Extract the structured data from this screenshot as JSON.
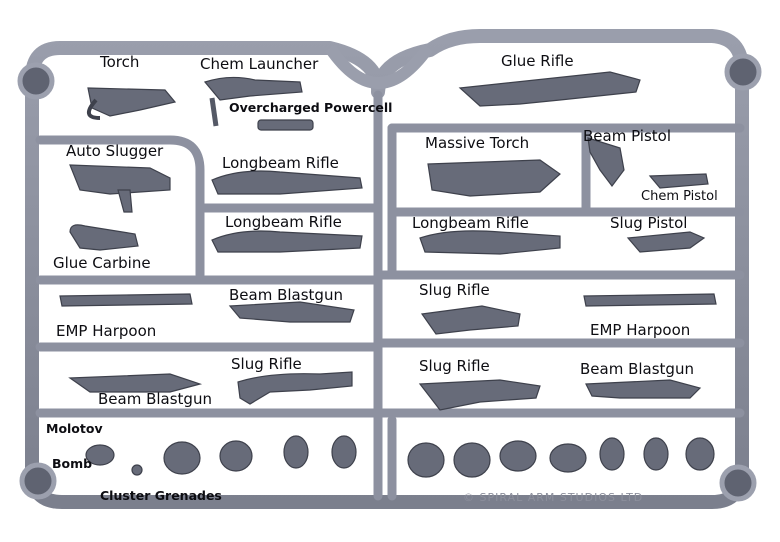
{
  "labels": {
    "torch": "Torch",
    "chem_launcher": "Chem Launcher",
    "overcharged_powercell": "Overcharged Powercell",
    "glue_rifle": "Glue Rifle",
    "auto_slugger": "Auto Slugger",
    "longbeam_rifle_1": "Longbeam Rifle",
    "massive_torch": "Massive Torch",
    "beam_pistol": "Beam Pistol",
    "chem_pistol": "Chem Pistol",
    "glue_carbine": "Glue Carbine",
    "longbeam_rifle_2": "Longbeam Rifle",
    "longbeam_rifle_3": "Longbeam Rifle",
    "slug_pistol": "Slug Pistol",
    "emp_harpoon_1": "EMP Harpoon",
    "beam_blastgun_1": "Beam Blastgun",
    "slug_rifle_1": "Slug Rifle",
    "emp_harpoon_2": "EMP Harpoon",
    "beam_blastgun_2": "Beam Blastgun",
    "slug_rifle_2": "Slug Rifle",
    "slug_rifle_3": "Slug Rifle",
    "beam_blastgun_3": "Beam Blastgun",
    "molotov": "Molotov",
    "bomb": "Bomb",
    "cluster_grenades": "Cluster Grenades"
  },
  "copyright": "© SPIRAL ARM STUDIOS LTD",
  "colors": {
    "sprue": "#8a8e9c",
    "sprue_dark": "#5d6170",
    "label": "#0d0d12"
  }
}
